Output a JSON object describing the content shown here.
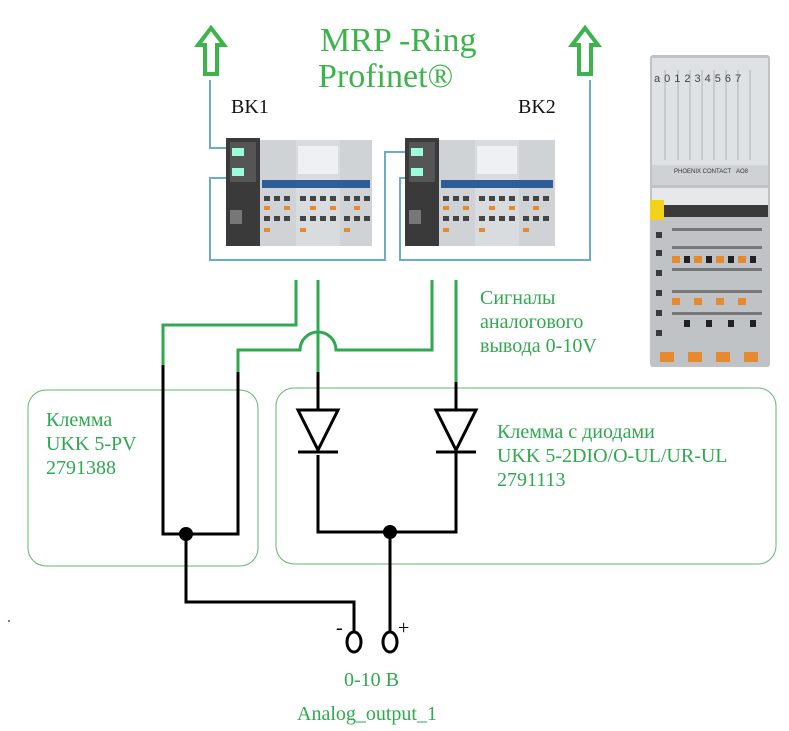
{
  "title": {
    "line1": "MRP -Ring",
    "line2": "Profinet®"
  },
  "couplers": [
    {
      "label": "BK1"
    },
    {
      "label": "BK2"
    }
  ],
  "signal_note": {
    "line1": "Сигналы",
    "line2": "аналогового",
    "line3": "вывода 0-10V"
  },
  "terminal_pv": {
    "line1": "Клемма",
    "line2": "UKK 5-PV",
    "line3": "2791388"
  },
  "terminal_diodes": {
    "line1": "Клемма с диодами",
    "line2": "UKK 5-2DIO/O-UL/UR-UL",
    "line3": "2791113"
  },
  "output": {
    "minus": "-",
    "plus": "+",
    "range": "0-10 В",
    "name": "Analog_output_1"
  },
  "module_photo": {
    "channel_labels": [
      "a",
      "0",
      "1",
      "2",
      "3",
      "4",
      "5",
      "6",
      "7"
    ],
    "brand": "PHOENIX CONTACT",
    "type": "AO8"
  },
  "colors": {
    "green_wire": "#2fa84f",
    "ring_cable": "#6aaec0",
    "arrow": "#3cb44b",
    "box_outline": "#5fb86a",
    "black_wire": "#000000"
  }
}
